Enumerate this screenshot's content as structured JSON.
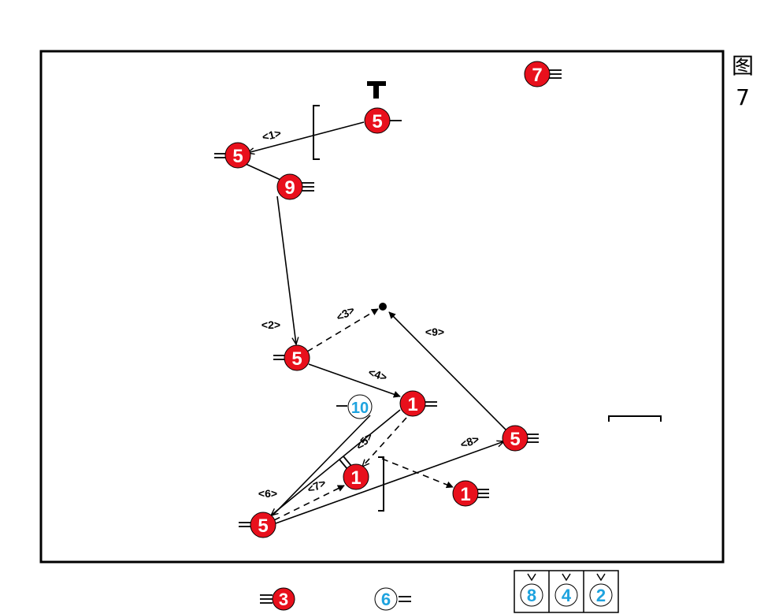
{
  "figure": {
    "char": "图",
    "number": "7"
  },
  "colors": {
    "red": "#e8101c",
    "blue": "#1ea3df",
    "line": "#000000"
  },
  "players_red": [
    "7",
    "5",
    "5",
    "9",
    "5",
    "1",
    "5",
    "1",
    "5",
    "1"
  ],
  "players_blue": [
    "10"
  ],
  "move_labels": [
    "<1>",
    "<2>",
    "<3>",
    "<4>",
    "<5>",
    "<6>",
    "<7>",
    "<8>",
    "<9>"
  ],
  "legend": {
    "red": "3",
    "blue": "6",
    "box": [
      "8",
      "4",
      "2"
    ]
  }
}
